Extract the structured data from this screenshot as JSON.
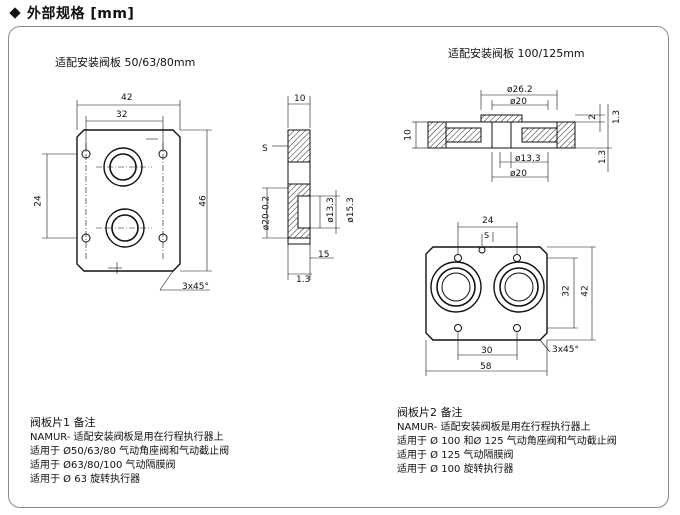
{
  "header": {
    "title": "外部规格 [mm]"
  },
  "plate1": {
    "caption": "适配安装阀板  50/63/80mm",
    "dims": {
      "width": "42",
      "hole_spacing": "32",
      "height": "46",
      "offset": "24",
      "chamfer": "3x45°"
    },
    "side": {
      "thickness": "10",
      "bore": "ø20-0.2",
      "inner": "ø13.3",
      "outer": "ø15.3",
      "d15": "15",
      "d13": "1.3",
      "s": "S"
    },
    "notes": {
      "heading": "阀板片1  备注",
      "lines": [
        "NAMUR- 适配安装阀板是用在行程执行器上",
        "适用于  Ø50/63/80  气动角座阀和气动截止阀",
        "适用于  Ø63/80/100  气动隔膜阀",
        "适用于  Ø 63   旋转执行器"
      ]
    }
  },
  "plate2": {
    "caption": "适配安装阀板   100/125mm",
    "section": {
      "d262": "ø26.2",
      "d20a": "ø20",
      "d133": "ø13.3",
      "d20b": "ø20",
      "t10": "10",
      "t2": "2",
      "t13a": "1.3",
      "t13b": "1.3"
    },
    "dims": {
      "top": "24",
      "s": "S",
      "h32": "32",
      "h42": "42",
      "w30": "30",
      "w58": "58",
      "chamfer": "3x45°"
    },
    "notes": {
      "heading": "阀板片2  备注",
      "lines": [
        "NAMUR- 适配安装阀板是用在行程执行器上",
        "适用于  Ø 100 和Ø 125 气动角座阀和气动截止阀",
        "适用于  Ø 125  气动隔膜阀",
        "适用于  Ø 100  旋转执行器"
      ]
    }
  }
}
